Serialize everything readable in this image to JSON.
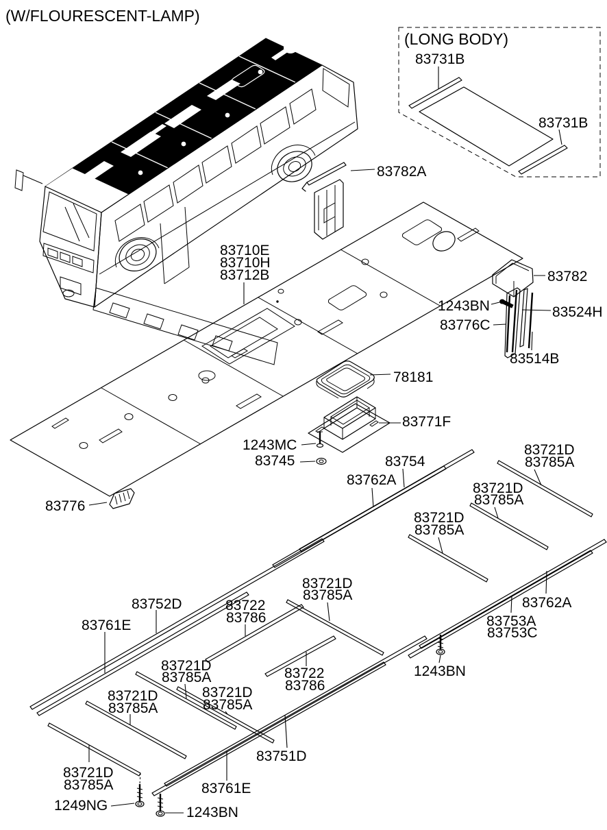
{
  "labels": {
    "title": "(W/FLOURESCENT-LAMP)",
    "long_body": "(LONG BODY)",
    "p83731B": "83731B",
    "p83782A": "83782A",
    "p83710E": "83710E",
    "p83710H": "83710H",
    "p83712B": "83712B",
    "p83782": "83782",
    "p1243BN": "1243BN",
    "p83524H": "83524H",
    "p83776C": "83776C",
    "p83514B": "83514B",
    "p78181": "78181",
    "p83771F": "83771F",
    "p1243MC": "1243MC",
    "p83745": "83745",
    "p83754": "83754",
    "p83762A": "83762A",
    "p83721D": "83721D",
    "p83785A": "83785A",
    "p83752D": "83752D",
    "p83761E": "83761E",
    "p83722": "83722",
    "p83786": "83786",
    "p83753A": "83753A",
    "p83753C": "83753C",
    "p83751D": "83751D",
    "p1249NG": "1249NG",
    "p83776": "83776"
  },
  "colors": {
    "line": "#000000",
    "background": "#ffffff"
  }
}
